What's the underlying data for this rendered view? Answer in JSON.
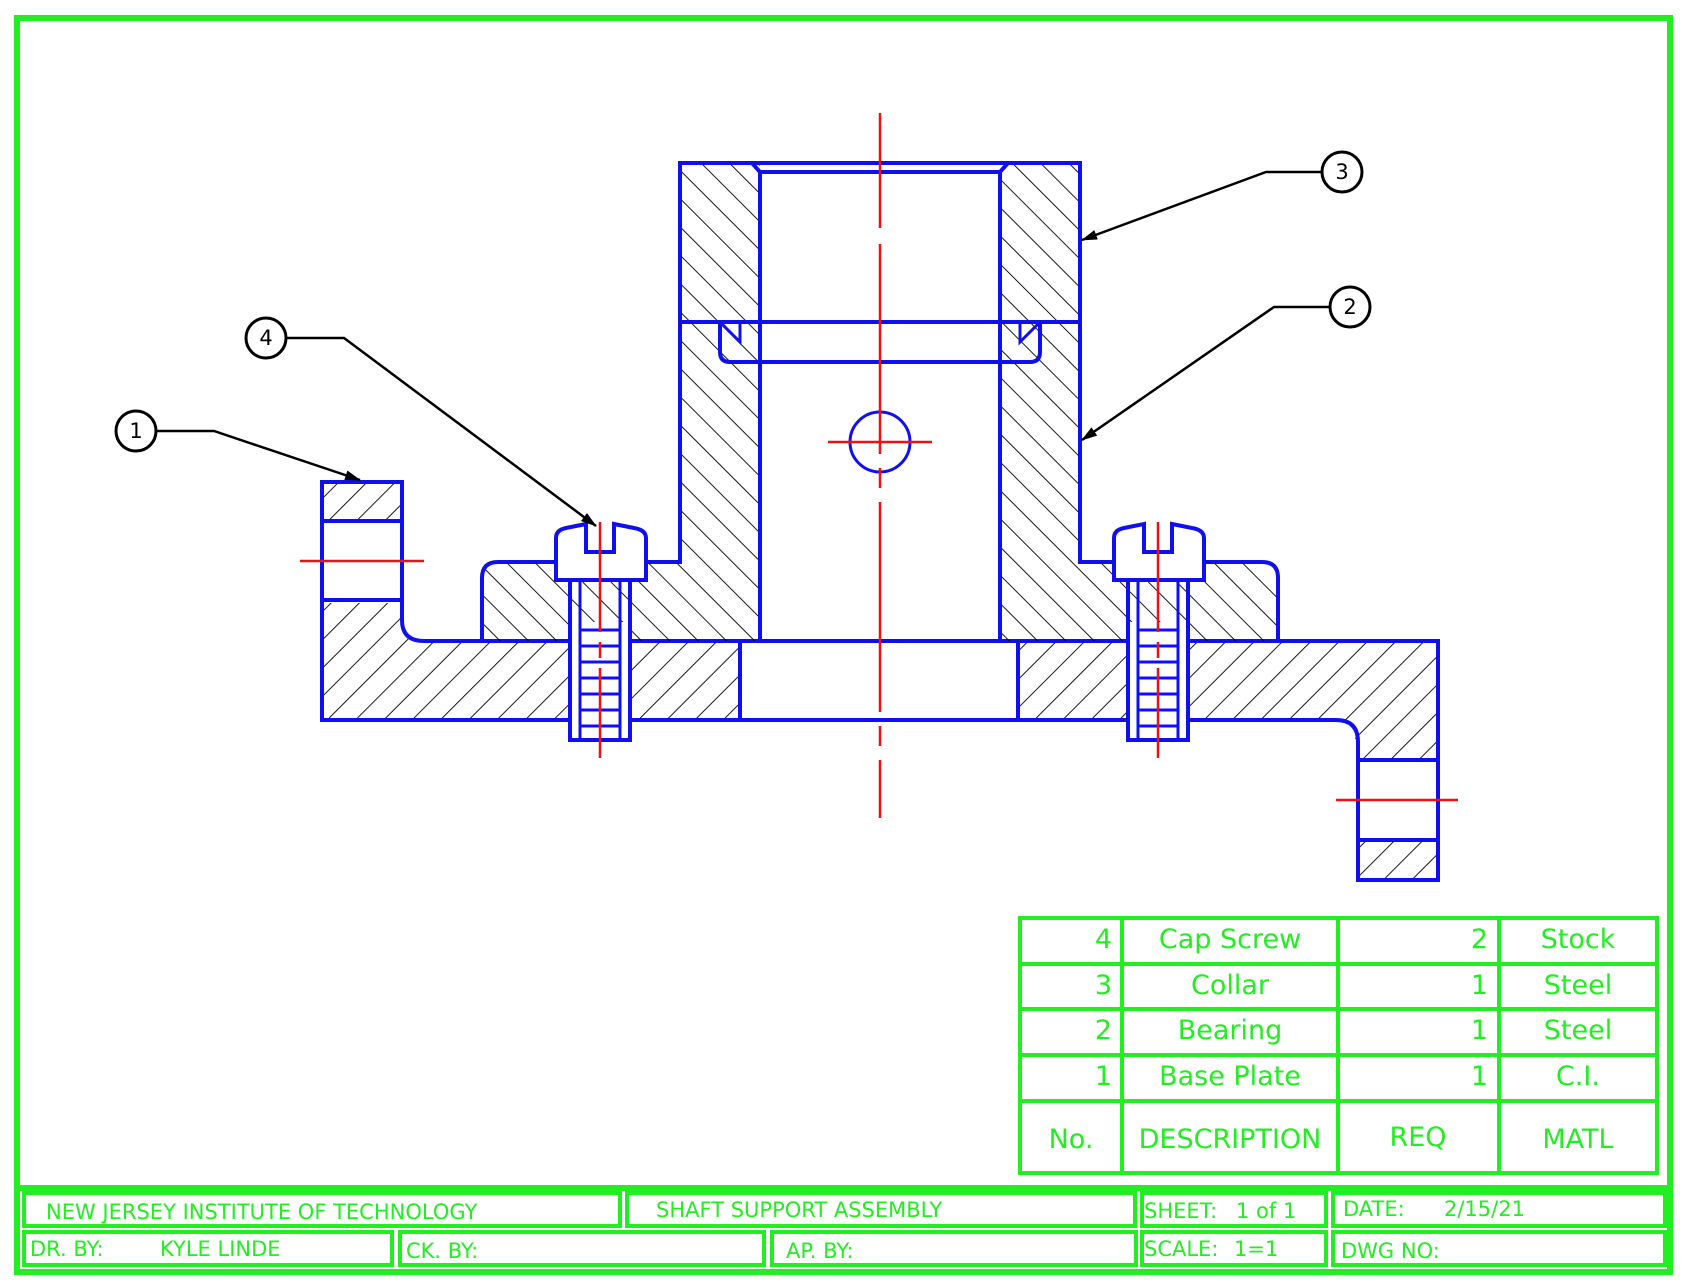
{
  "balloons": [
    {
      "id": "balloon-1",
      "label": "1"
    },
    {
      "id": "balloon-2",
      "label": "2"
    },
    {
      "id": "balloon-3",
      "label": "3"
    },
    {
      "id": "balloon-4",
      "label": "4"
    }
  ],
  "parts_list": {
    "rows": [
      {
        "no": "4",
        "description": "Cap Screw",
        "req": "2",
        "matl": "Stock"
      },
      {
        "no": "3",
        "description": "Collar",
        "req": "1",
        "matl": "Steel"
      },
      {
        "no": "2",
        "description": "Bearing",
        "req": "1",
        "matl": "Steel"
      },
      {
        "no": "1",
        "description": "Base Plate",
        "req": "1",
        "matl": "C.I."
      }
    ],
    "headers": {
      "no": "No.",
      "description": "DESCRIPTION",
      "req": "REQ",
      "matl": "MATL"
    }
  },
  "title_block": {
    "institution": "NEW JERSEY INSTITUTE OF TECHNOLOGY",
    "title": "SHAFT SUPPORT ASSEMBLY",
    "sheet_label": "SHEET:",
    "sheet_value": "1 of 1",
    "date_label": "DATE:",
    "date_value": "2/15/21",
    "drawn_by_label": "DR. BY:",
    "drawn_by_value": "KYLE LINDE",
    "checked_by_label": "CK. BY:",
    "approved_by_label": "AP. BY:",
    "scale_label": "SCALE:",
    "scale_value": "1=1",
    "dwg_no_label": "DWG NO:"
  },
  "colors": {
    "border": "#22ee22",
    "object": "#1010ee",
    "center": "#ee1111",
    "hatch": "#000000",
    "leader": "#000000"
  }
}
